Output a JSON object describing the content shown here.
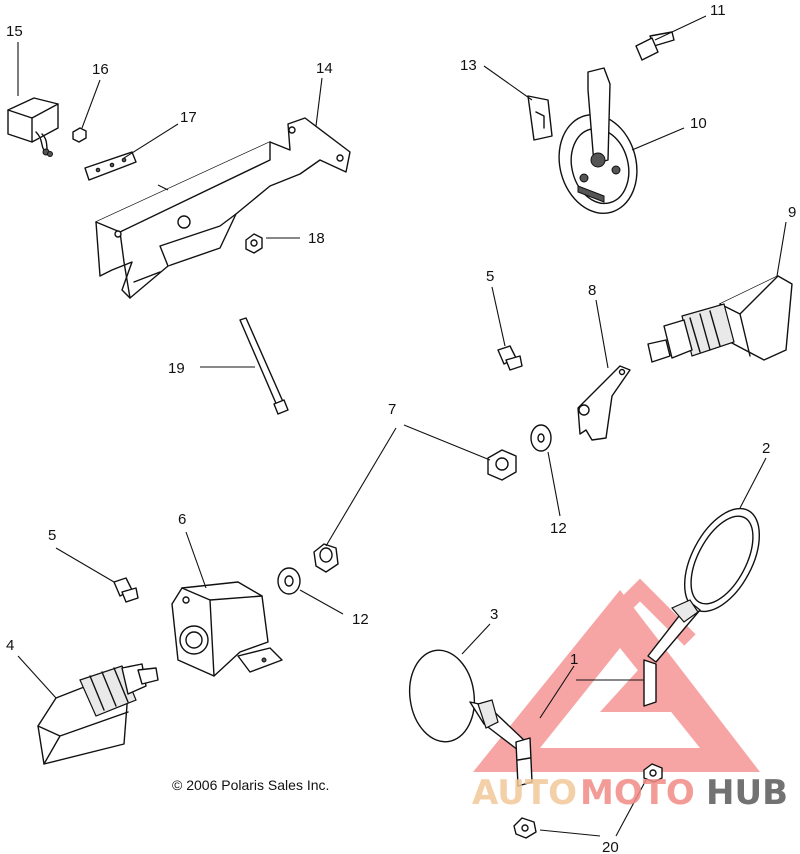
{
  "diagram": {
    "copyright": "© 2006 Polaris Sales Inc.",
    "callouts": {
      "c1": "1",
      "c2": "2",
      "c3": "3",
      "c4": "4",
      "c5a": "5",
      "c5b": "5",
      "c6": "6",
      "c7": "7",
      "c8": "8",
      "c9": "9",
      "c10": "10",
      "c11": "11",
      "c12a": "12",
      "c12b": "12",
      "c13": "13",
      "c14": "14",
      "c15": "15",
      "c16": "16",
      "c17": "17",
      "c18": "18",
      "c19": "19",
      "c20": "20"
    }
  },
  "watermark": {
    "word_auto": "AUTO",
    "word_moto": "MOTO",
    "word_hub": "HUB",
    "colors": {
      "auto": "#f2c89a",
      "moto": "#f28b86",
      "hub": "#5a5a5a",
      "triangle": "#f05a5a"
    }
  }
}
